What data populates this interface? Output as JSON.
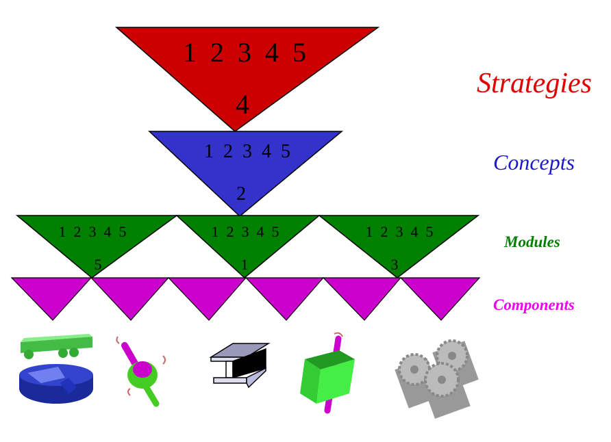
{
  "levels": {
    "strategies": {
      "label": "Strategies",
      "options": "1  2  3  4  5",
      "selected": "4",
      "color": "#cc0000"
    },
    "concepts": {
      "label": "Concepts",
      "options": "1  2  3  4  5",
      "selected": "2",
      "color": "#3333cc"
    },
    "modules": {
      "label": "Modules",
      "color": "#008000",
      "items": [
        {
          "options": "1  2  3  4  5",
          "selected": "5"
        },
        {
          "options": "1  2  3  4  5",
          "selected": "1"
        },
        {
          "options": "1  2  3  4  5",
          "selected": "3"
        }
      ]
    },
    "components": {
      "label": "Components",
      "color": "#cc00cc",
      "count": 6
    }
  },
  "images": [
    "fixture-parts-icon",
    "joint-with-shaft-icon",
    "i-beam-icon",
    "box-on-shaft-icon",
    "gears-icon"
  ]
}
